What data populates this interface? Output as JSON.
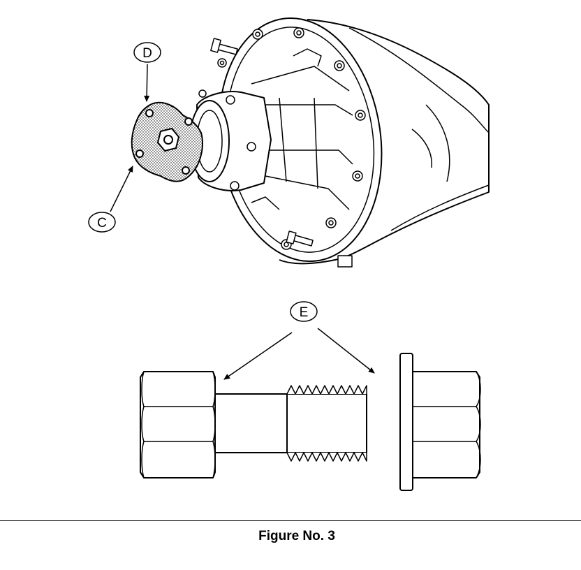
{
  "callouts": {
    "c": "C",
    "d": "D",
    "e": "E"
  },
  "caption": "Figure No. 3",
  "colors": {
    "ink": "#000000",
    "paper": "#ffffff"
  }
}
